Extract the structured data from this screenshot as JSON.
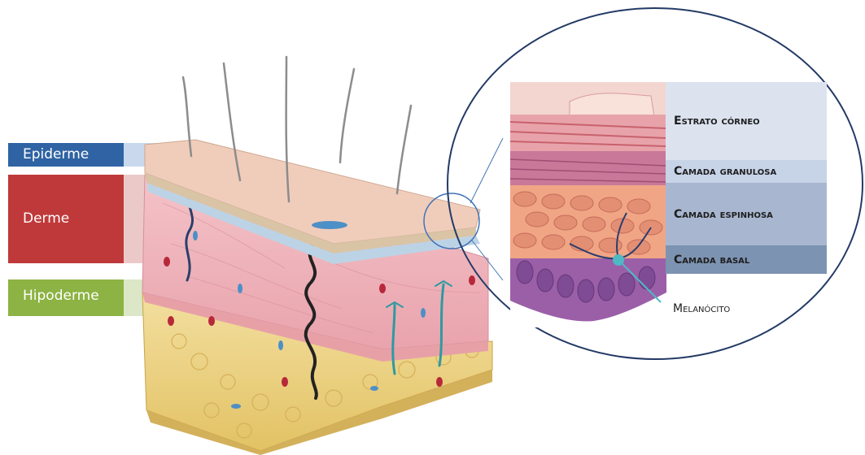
{
  "layers": {
    "epiderme": "Epiderme",
    "derme": "Derme",
    "hipoderme": "Hipoderme"
  },
  "strata": {
    "corneo": "Estrato córneo",
    "granulosa": "Camada granulosa",
    "espinhosa": "Camada espinhosa",
    "basal": "Camada basal"
  },
  "cell_label": "Melanócito",
  "colors": {
    "epiderme": "#2f63a3",
    "derme": "#c0393a",
    "hipoderme": "#8cb343"
  }
}
